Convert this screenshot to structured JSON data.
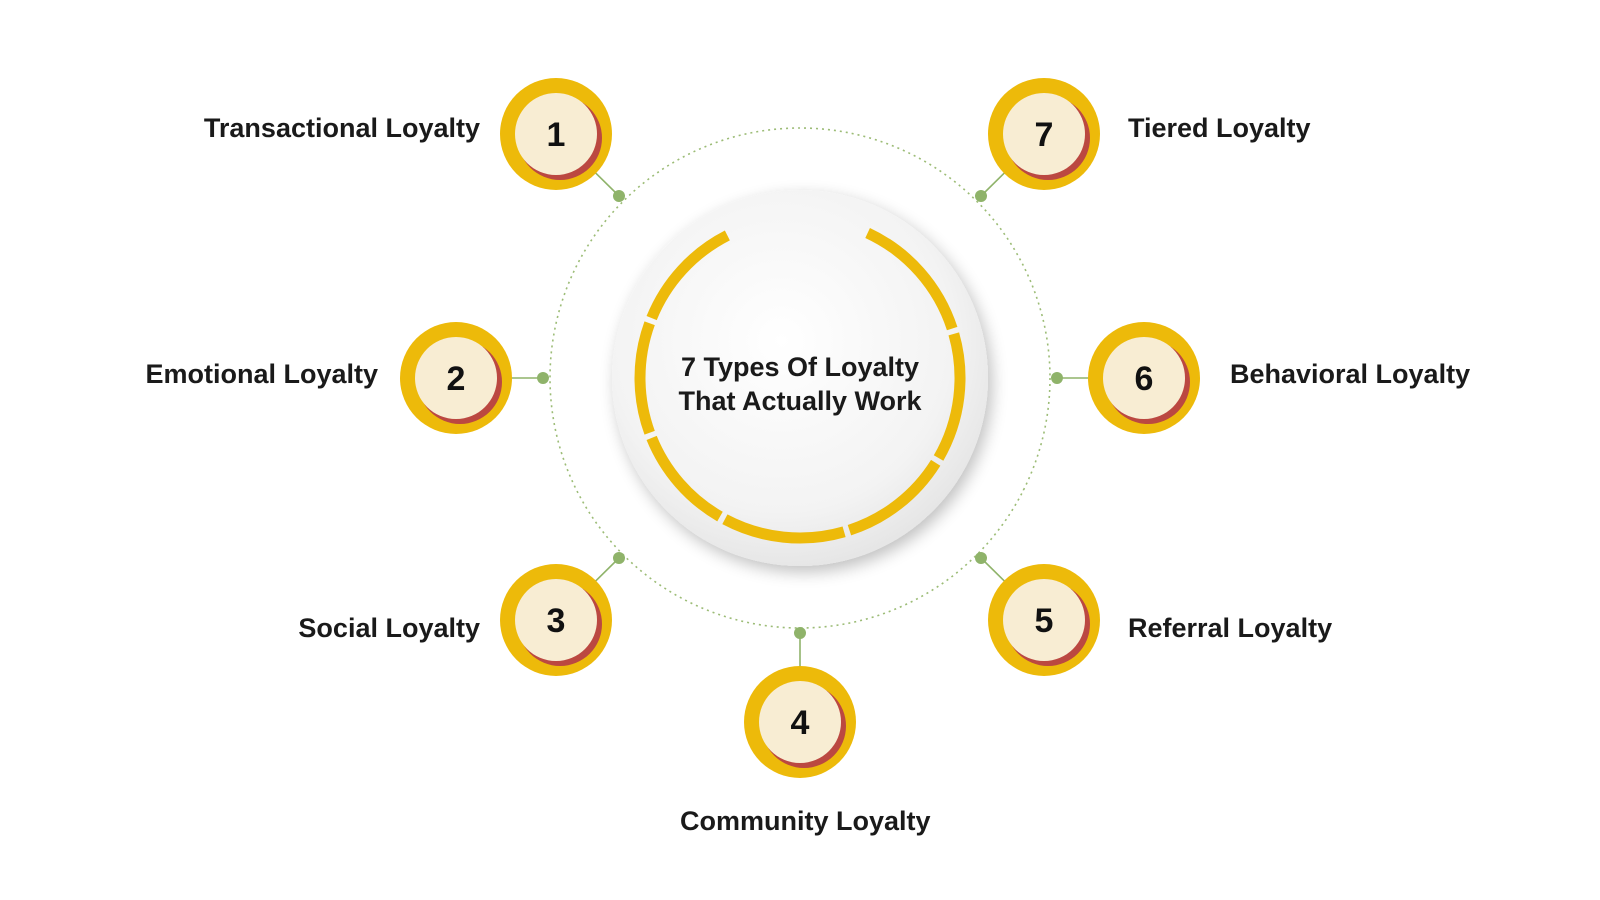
{
  "title": {
    "line1": "7 Types Of Loyalty",
    "line2": "That Actually Work"
  },
  "items": [
    {
      "number": "1",
      "label": "Transactional Loyalty"
    },
    {
      "number": "2",
      "label": "Emotional Loyalty"
    },
    {
      "number": "3",
      "label": "Social Loyalty"
    },
    {
      "number": "4",
      "label": "Community Loyalty"
    },
    {
      "number": "5",
      "label": "Referral Loyalty"
    },
    {
      "number": "6",
      "label": "Behavioral Loyalty"
    },
    {
      "number": "7",
      "label": "Tiered Loyalty"
    }
  ],
  "colors": {
    "accent": "#EDBA0A",
    "badge_inner": "#F8EDD3",
    "badge_shadow": "#B2344B",
    "connector": "#8FB36A"
  }
}
